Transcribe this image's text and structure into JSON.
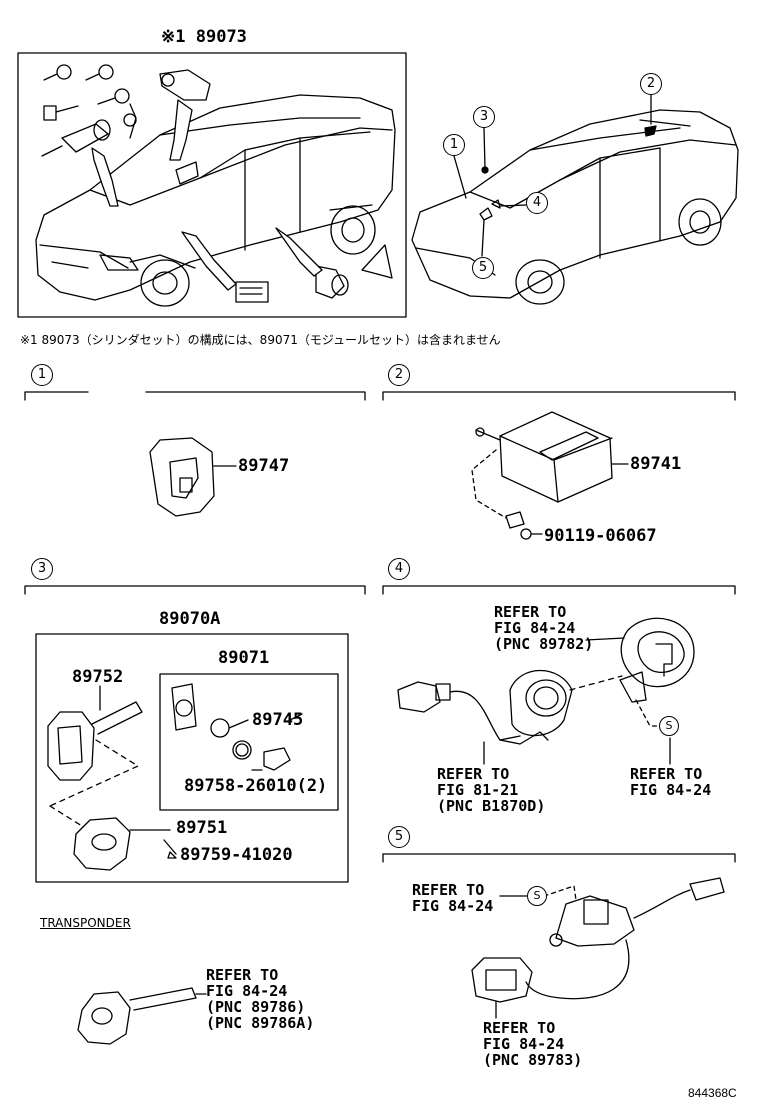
{
  "top_kit": {
    "marker": "※1",
    "part_number": "89073"
  },
  "top_note": "※1 89073（シリンダセット）の構成には、89071（モジュールセット）は含まれません",
  "sections": [
    {
      "number": "1"
    },
    {
      "number": "2"
    },
    {
      "number": "3"
    },
    {
      "number": "4"
    },
    {
      "number": "5"
    }
  ],
  "callouts": [
    "1",
    "2",
    "3",
    "4",
    "5",
    "S"
  ],
  "parts": {
    "p89747": "89747",
    "p89741": "89741",
    "p90119": "90119-06067",
    "p89070A": "89070A",
    "p89071": "89071",
    "p89752": "89752",
    "p89745": "89745",
    "p89758": "89758-26010(2)",
    "p89751": "89751",
    "p89759": "89759-41020"
  },
  "refs": {
    "r4a": [
      "REFER TO",
      "FIG 84-24",
      "(PNC 89782)"
    ],
    "r4b": [
      "REFER TO",
      "FIG 81-21",
      "(PNC B1870D)"
    ],
    "r4c": [
      "REFER TO",
      "FIG 84-24"
    ],
    "r5a": [
      "REFER TO",
      "FIG 84-24"
    ],
    "r5b": [
      "REFER TO",
      "FIG 84-24",
      "(PNC 89783)"
    ],
    "rt": [
      "REFER TO",
      "FIG 84-24",
      "(PNC 89786)",
      "(PNC 89786A)"
    ]
  },
  "transponder_header": "TRANSPONDER",
  "diagram_code": "844368C"
}
